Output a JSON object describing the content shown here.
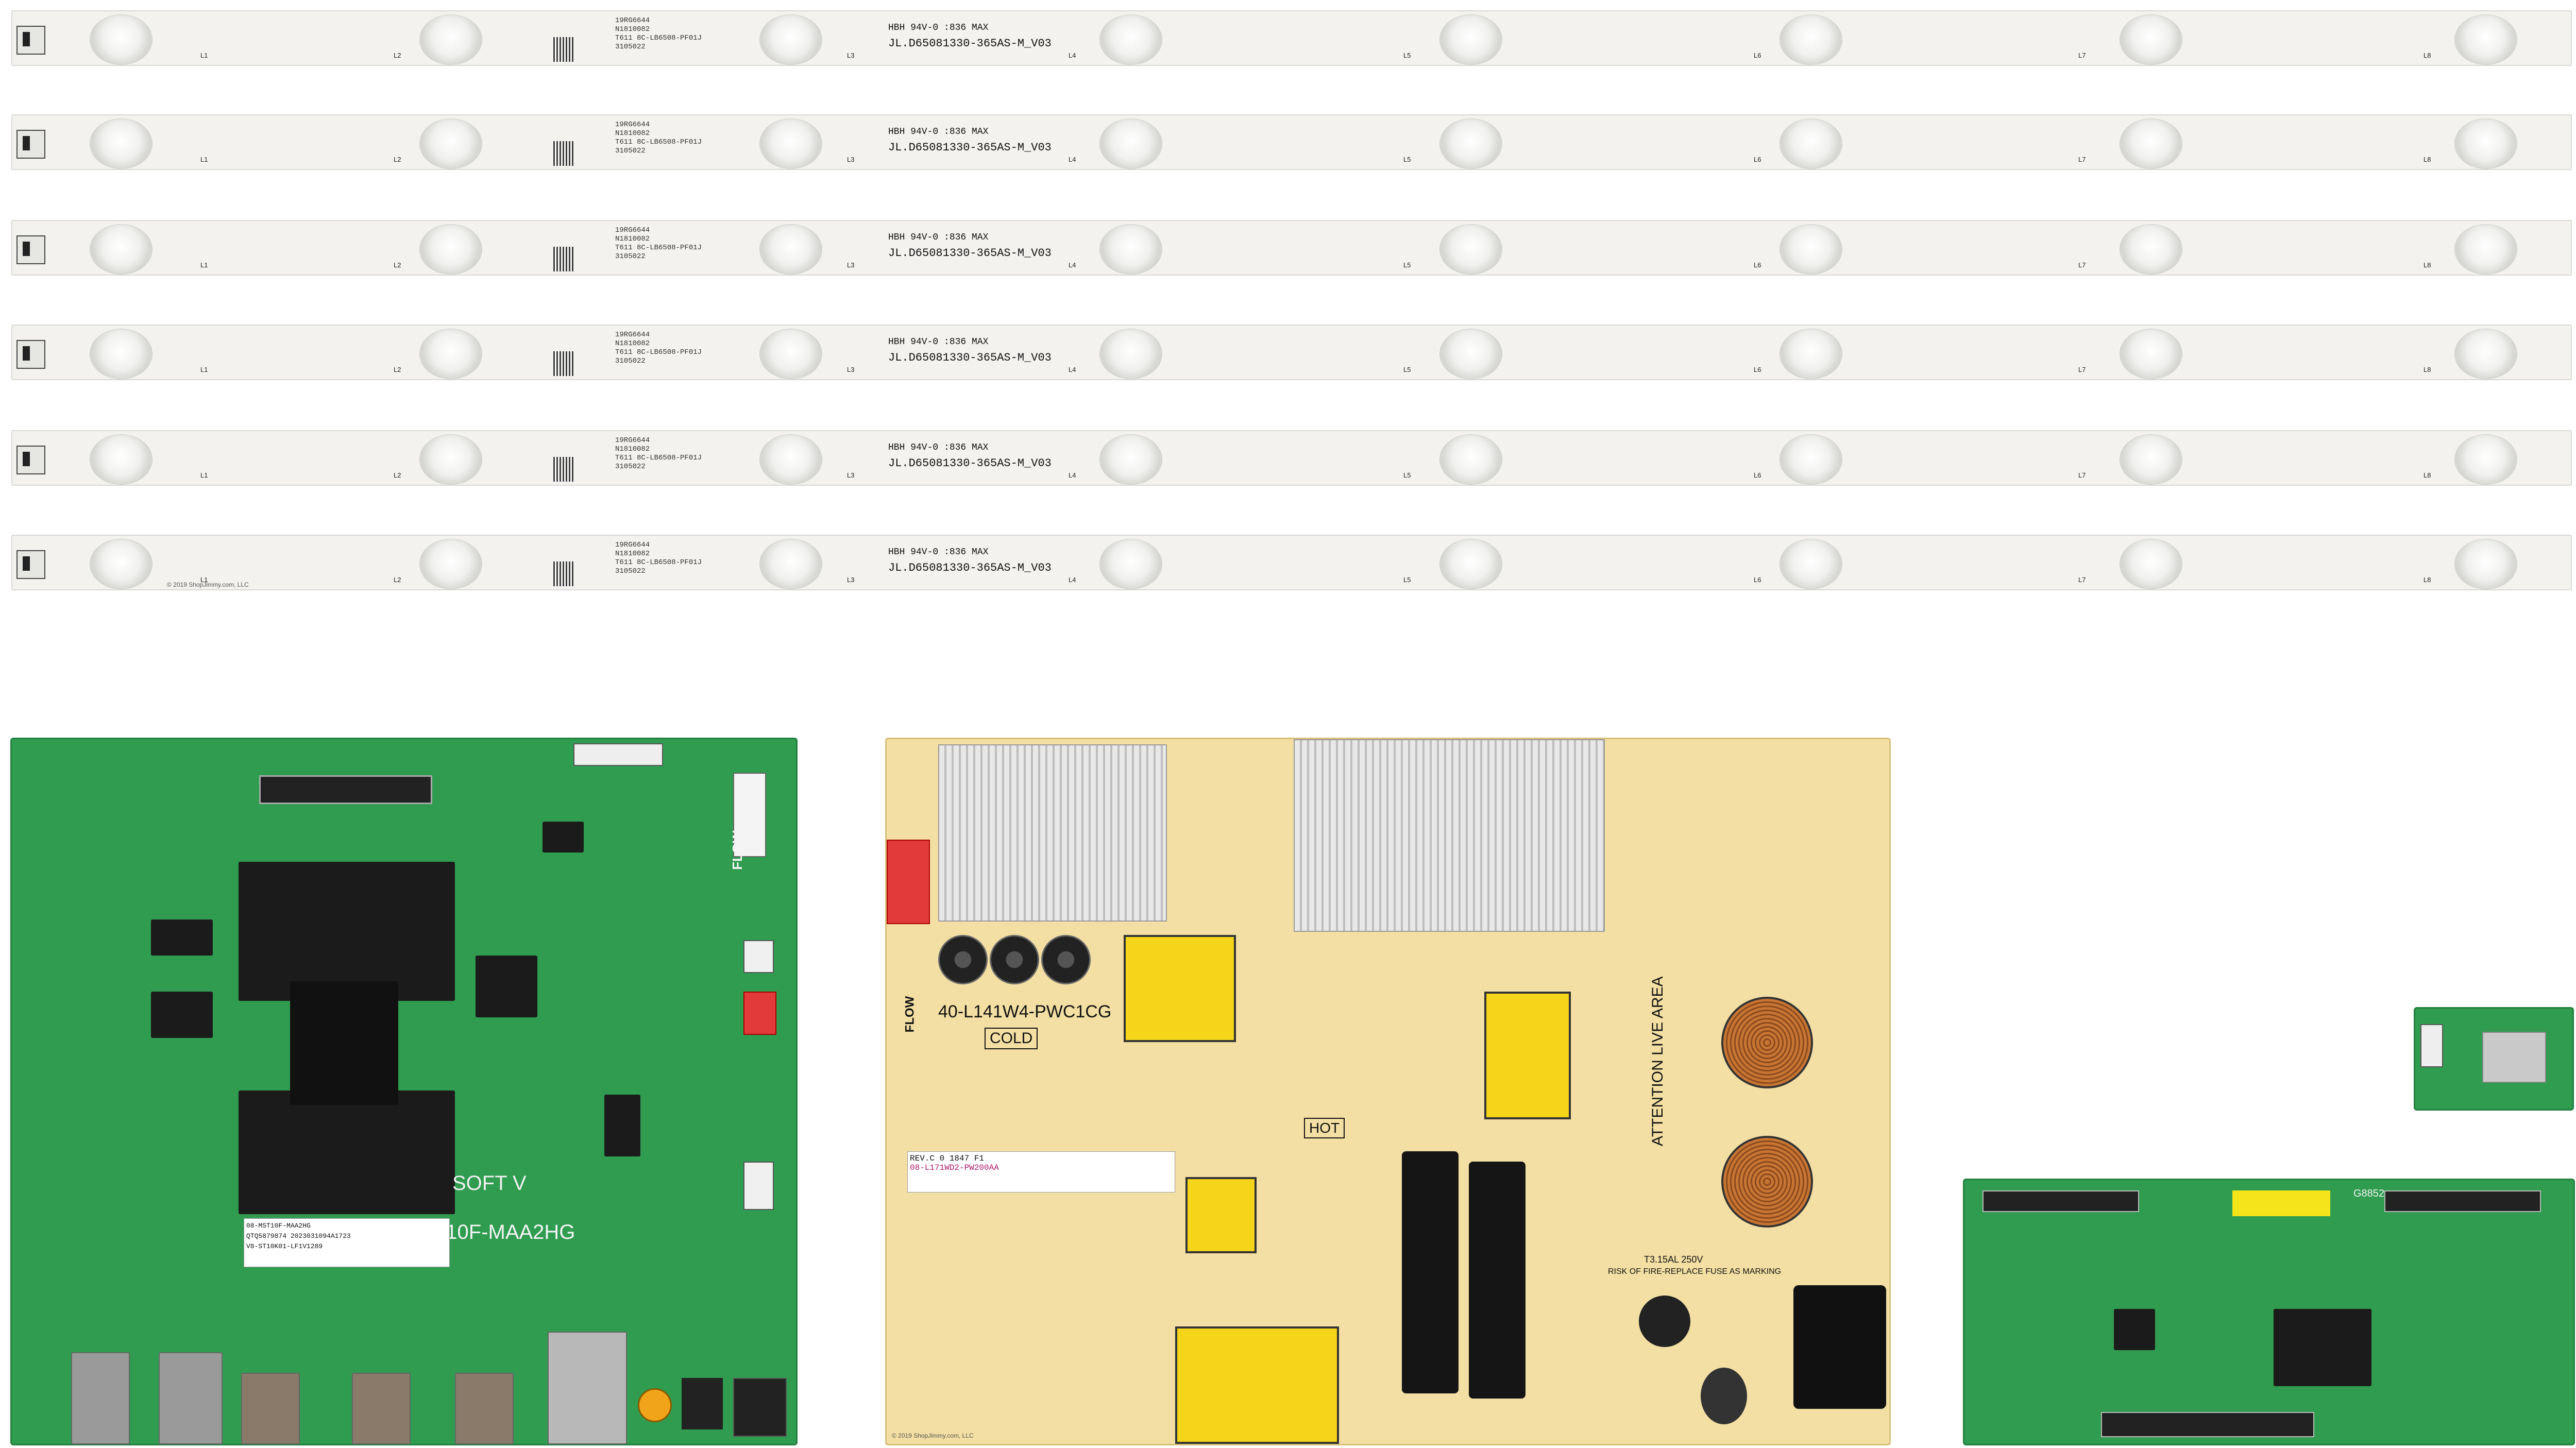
{
  "led_strips": {
    "count": 6,
    "lens_labels": [
      "L1",
      "L2",
      "L3",
      "L4",
      "L5",
      "L6",
      "L7",
      "L8"
    ],
    "part_number": "JL.D65081330-365AS-M_V03",
    "date_code": "HBH 94V-0 :836 MAX",
    "batch_line1": "19RG6644",
    "batch_line2": "N1810082",
    "batch_line3": "T611 8C-LB6508-PF01J",
    "batch_line4": "3105022",
    "copyright": "© 2019 ShopJimmy.com, LLC"
  },
  "main_board": {
    "model": "40-MST10F-MAA2HG",
    "flow_label": "FLOW",
    "soft_label": "SOFT V",
    "sticker_lines": [
      "08-MST10F-MAA2HG",
      "QTQ5879874 2023031094A1723",
      "V8-ST10K01-LF1V1289"
    ]
  },
  "power_board": {
    "model": "40-L141W4-PWC1CG",
    "cold_label": "COLD",
    "hot_label": "HOT",
    "flow_label": "FLOW",
    "warning_label": "ATTENTION LIVE AREA",
    "fuse_label": "T3.15AL 250V",
    "fuse_warning": "RISK OF FIRE-REPLACE FUSE AS MARKING",
    "rev_label": "REV.C 0 1847 F1",
    "sticker_line": "08-L171WD2-PW200AA",
    "copyright": "© 2019 ShopJimmy.com, LLC"
  },
  "tcon_board": {
    "label": "G8852"
  },
  "colors": {
    "pcb_green": "#2f9c4f",
    "pcb_yellow": "#f3dfa3",
    "strip_white": "#f3f2ef"
  }
}
